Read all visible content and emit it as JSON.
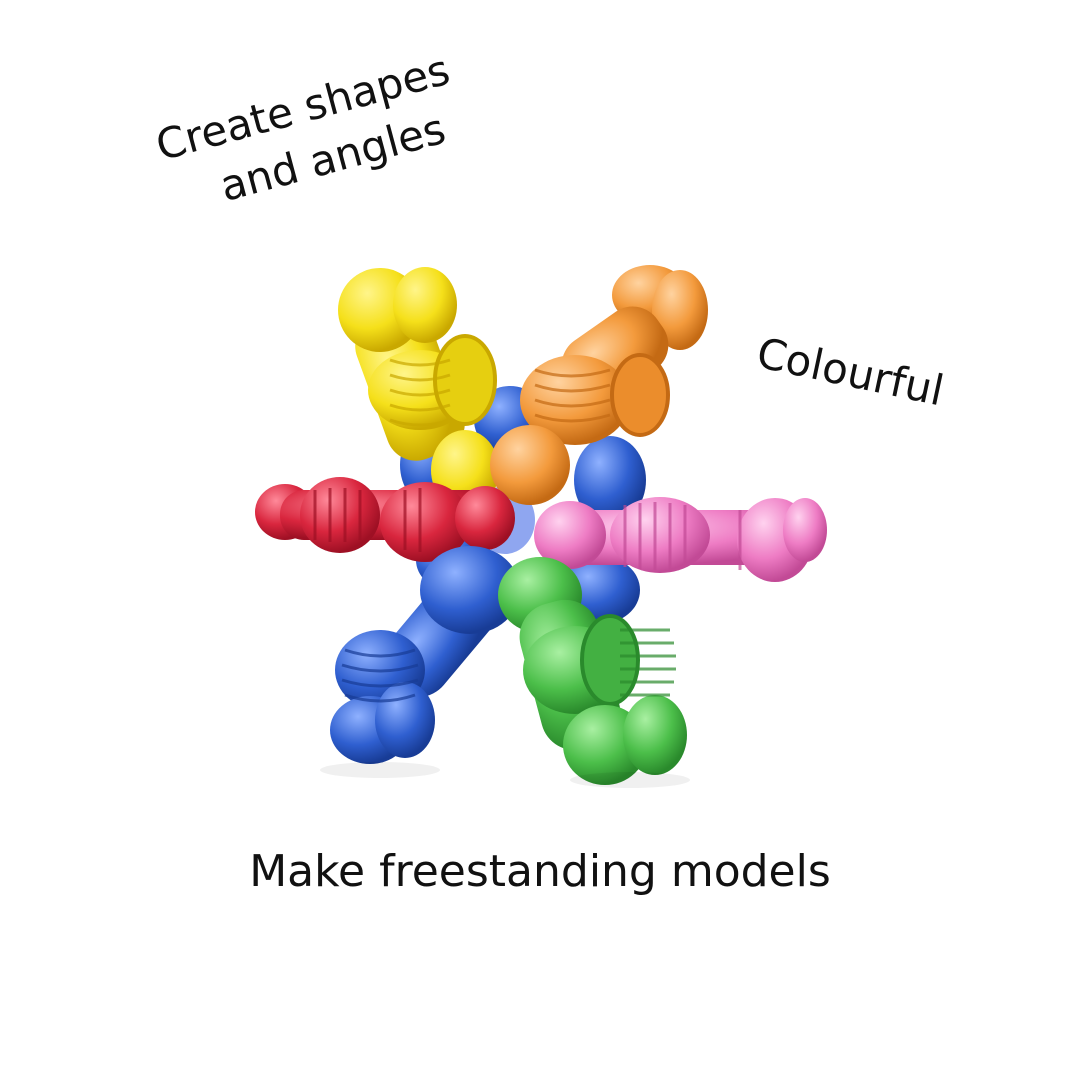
{
  "captions": {
    "shapes_line1": "Create shapes",
    "shapes_line2": "and angles",
    "colourful": "Colourful",
    "models": "Make freestanding models"
  },
  "colors": {
    "background": "#ffffff",
    "text": "#111111",
    "yellow": "#f5e01a",
    "orange": "#f39a3c",
    "red": "#d9263e",
    "pink": "#ee7cc4",
    "blue": "#2f5fd0",
    "green": "#4cbf4a"
  },
  "image": {
    "subject": "toy-building-blocks-star"
  }
}
